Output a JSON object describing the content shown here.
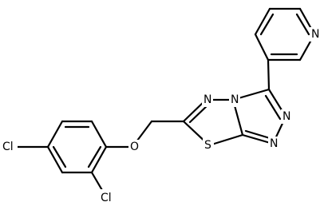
{
  "diagram": {
    "type": "chemical-structure",
    "atom_labels": {
      "cl_para": "Cl",
      "cl_ortho": "Cl",
      "ether_o": "O",
      "thiadiazole_n": "N",
      "thiadiazole_s": "S",
      "bridge_n": "N",
      "triazole_n1": "N",
      "triazole_n2": "N",
      "pyridine_n": "N"
    },
    "colors": {
      "bonds": "#000000",
      "labels": "#000000",
      "background": "#ffffff"
    }
  }
}
